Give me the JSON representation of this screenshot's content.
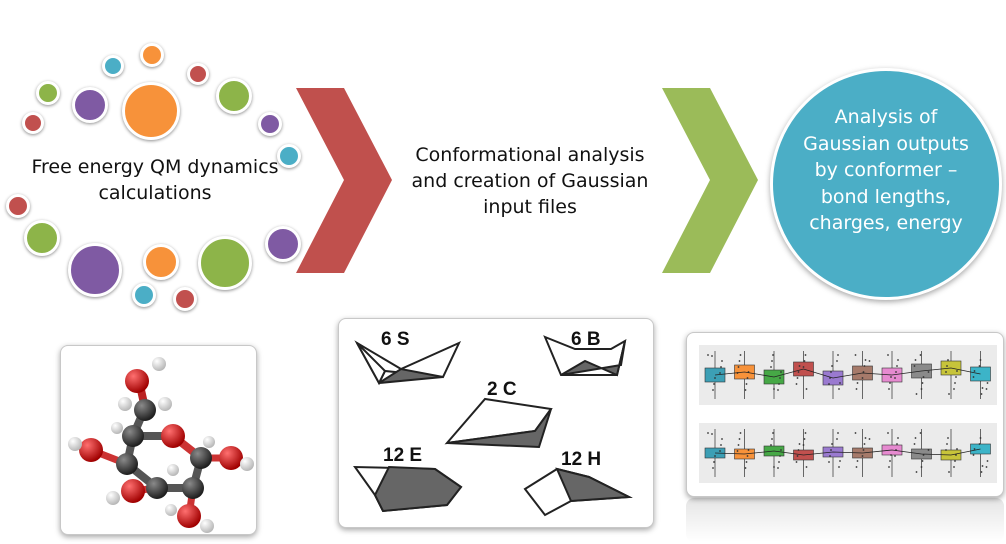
{
  "step1": {
    "label": "Free energy QM dynamics calculations"
  },
  "step2": {
    "label": "Conformational analysis and creation of Gaussian input files"
  },
  "step3": {
    "label": "Analysis of Gaussian outputs by conformer – bond lengths, charges, energy"
  },
  "conformers": {
    "six_s": "6 S",
    "six_b": "6 B",
    "two_c": "2 C",
    "twelve_e": "12 E",
    "twelve_h": "12 H"
  },
  "colors": {
    "orange": "#f7923a",
    "purple": "#7f5aa3",
    "green": "#8db449",
    "red": "#c1504e",
    "teal": "#4baec6",
    "arrow1": "#c0504d",
    "arrow2": "#9bbb59"
  },
  "icons": {
    "arrow1": "chevron-right-icon",
    "arrow2": "chevron-right-icon",
    "molecule": "glucose-molecule-model",
    "plot": "boxplot-thumbnail"
  }
}
